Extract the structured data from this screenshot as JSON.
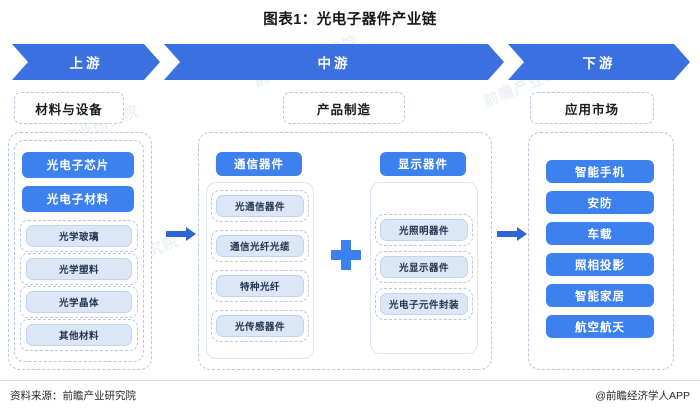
{
  "title": "图表1：光电子器件产业链",
  "banner": {
    "segments": [
      {
        "label": "上游"
      },
      {
        "label": "中游"
      },
      {
        "label": "下游"
      }
    ]
  },
  "colors": {
    "banner_blue": "#3A70E0",
    "chip_blue": "#3C81EE",
    "light_chip": "#dbe6f7",
    "dashed_border": "#b9c6de",
    "arrow": "#2E64D4"
  },
  "upstream": {
    "header": "材料与设备",
    "primary_chips": [
      "光电子芯片",
      "光电子材料"
    ],
    "sub_items": [
      "光学玻璃",
      "光学塑料",
      "光学晶体",
      "其他材料"
    ]
  },
  "midstream": {
    "header": "产品制造",
    "groups": [
      {
        "label": "通信器件",
        "items": [
          "光通信器件",
          "通信光纤光缆",
          "特种光纤",
          "光传感器件"
        ]
      },
      {
        "label": "显示器件",
        "items": [
          "光照明器件",
          "光显示器件",
          "光电子元件封装"
        ]
      }
    ],
    "connector": "plus"
  },
  "downstream": {
    "header": "应用市场",
    "items": [
      "智能手机",
      "安防",
      "车载",
      "照相投影",
      "智能家居",
      "航空航天"
    ]
  },
  "footer": {
    "source": "资料来源：前瞻产业研究院",
    "credit": "@前瞻经济学人APP"
  },
  "watermarks": [
    "前瞻产业研究院",
    "前瞻产业研究院",
    "前瞻产业研究院",
    "前瞻产业研究院",
    "前瞻产业研究院",
    "前瞻产业研究院"
  ]
}
